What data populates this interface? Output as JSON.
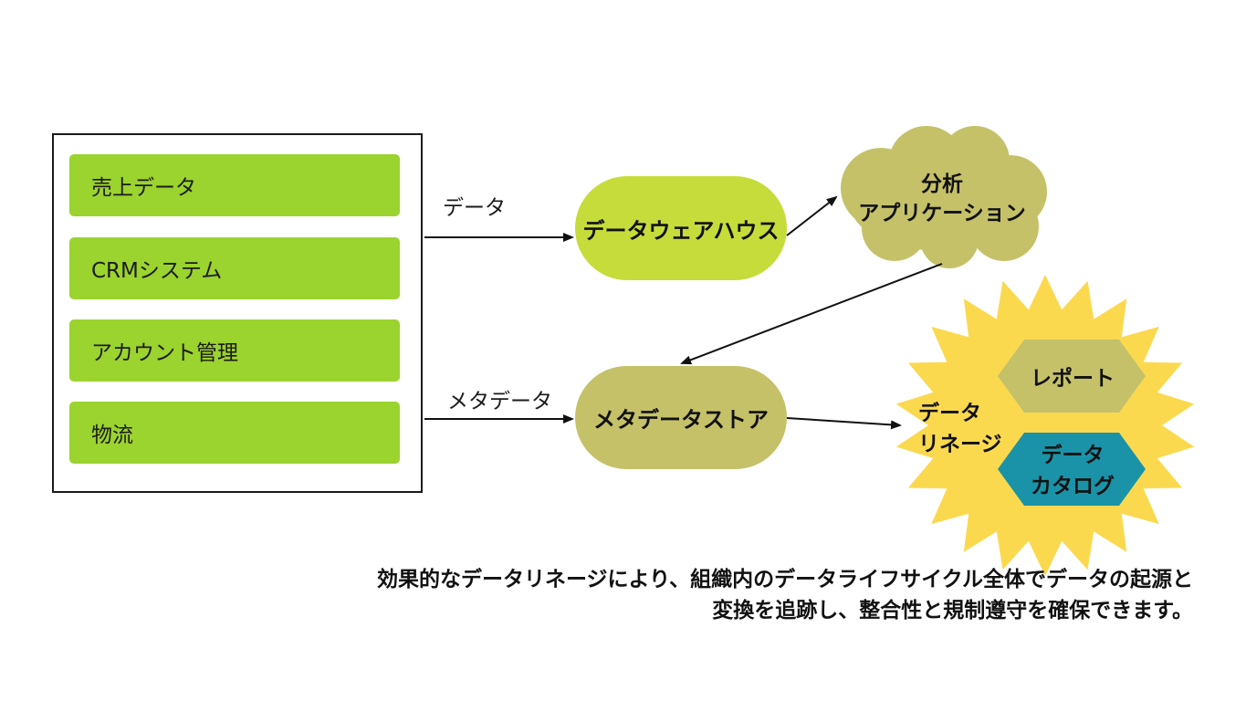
{
  "sources": [
    {
      "label": "売上データ"
    },
    {
      "label": "CRMシステム"
    },
    {
      "label": "アカウント管理"
    },
    {
      "label": "物流"
    }
  ],
  "edges": {
    "data_label": "データ",
    "metadata_label": "メタデータ"
  },
  "nodes": {
    "data_warehouse": "データウェアハウス",
    "metadata_store": "メタデータストア",
    "analytics_app": {
      "line1": "分析",
      "line2": "アプリケーション"
    },
    "data_lineage": {
      "line1": "データ",
      "line2": "リネージ"
    },
    "report": "レポート",
    "data_catalog": {
      "line1": "データ",
      "line2": "カタログ"
    }
  },
  "caption": {
    "line1": "効果的なデータリネージにより、組織内のデータライフサイクル全体でデータの起源と",
    "line2": "変換を追跡し、整合性と規制遵守を確保できます。"
  },
  "colors": {
    "source_green": "#9bd32f",
    "dwh_green": "#c6dc3a",
    "olive": "#c5c169",
    "sun_yellow": "#fbd94f",
    "report_olive": "#c5c169",
    "catalog_teal": "#1a93a8"
  }
}
